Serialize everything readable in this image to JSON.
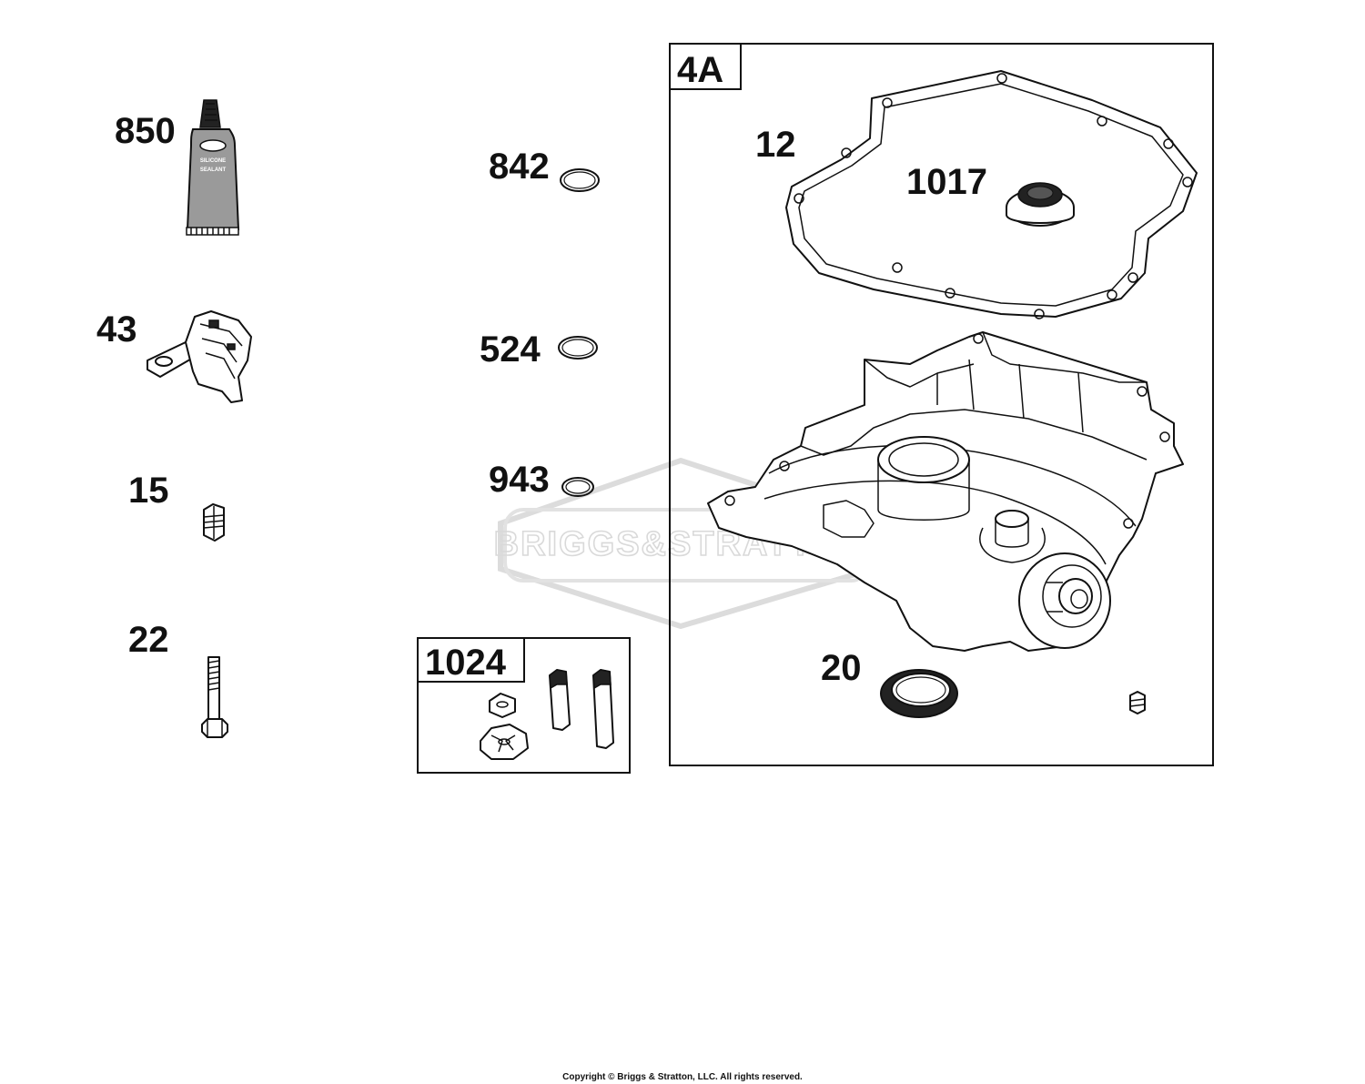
{
  "labels": {
    "p850": "850",
    "p43": "43",
    "p15": "15",
    "p22": "22",
    "p842": "842",
    "p524": "524",
    "p943": "943",
    "p12": "12",
    "p1017": "1017",
    "p20": "20"
  },
  "kits": {
    "kit_4a": "4A",
    "kit_1024": "1024"
  },
  "tube_text": {
    "line1": "SILICONE",
    "line2": "SEALANT"
  },
  "watermark": "BRIGGS&STRATTON",
  "copyright": "Copyright © Briggs & Stratton, LLC. All rights reserved."
}
